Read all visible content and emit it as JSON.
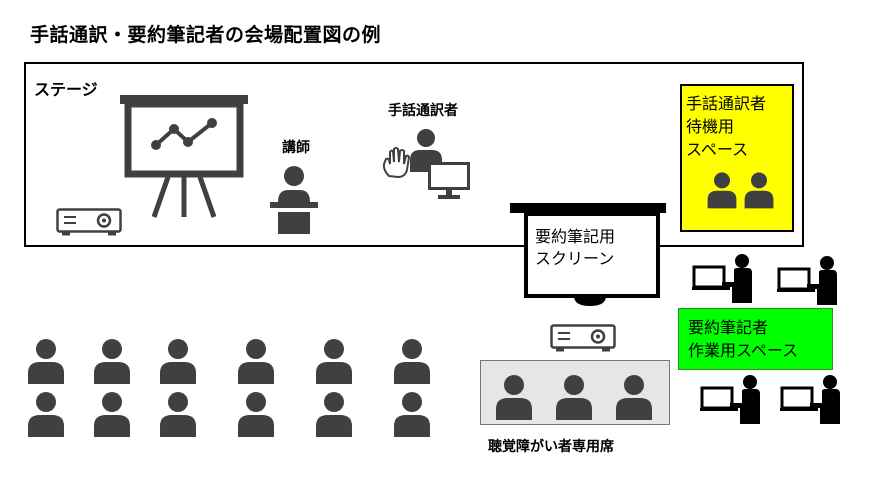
{
  "title": "手話通訳・要約筆記者の会場配置図の例",
  "stage": {
    "label": "ステージ"
  },
  "lecturer": {
    "label": "講師"
  },
  "interpreter": {
    "label": "手話通訳者"
  },
  "interpreter_waiting": {
    "lines": [
      "手話通訳者",
      "待機用",
      "スペース"
    ],
    "color": "#ffff00"
  },
  "summary_screen": {
    "lines": [
      "要約筆記用",
      "スクリーン"
    ]
  },
  "summary_writer_space": {
    "lines": [
      "要約筆記者",
      "作業用スペース"
    ],
    "color": "#00ff00"
  },
  "reserved_seats": {
    "label": "聴覚障がい者専用席",
    "color": "#e6e6e6"
  },
  "icons": [
    "presentation-board-icon",
    "projector-icon",
    "lecturer-podium-icon",
    "sign-language-hand-icon",
    "monitor-icon",
    "person-icon",
    "laptop-writer-icon"
  ]
}
